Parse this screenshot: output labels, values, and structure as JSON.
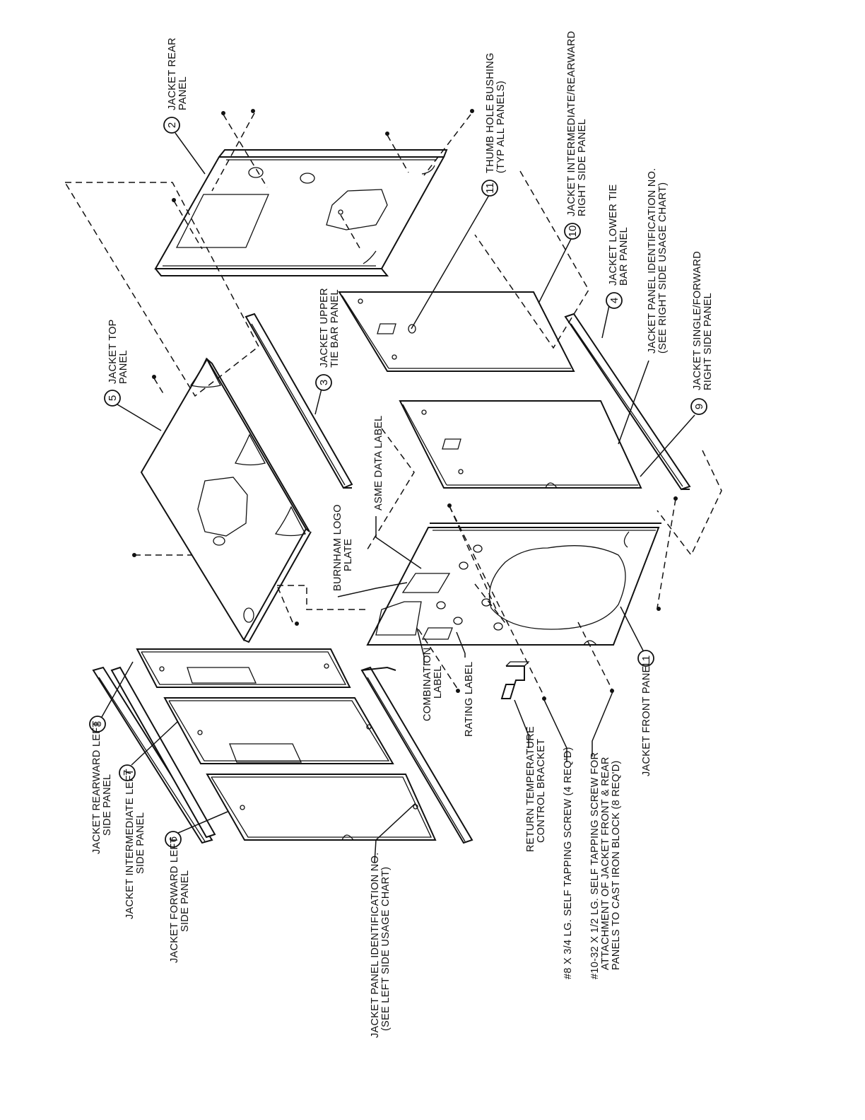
{
  "callouts": [
    {
      "number": "1",
      "label_lines": [
        "JACKET FRONT PANEL"
      ]
    },
    {
      "number": "2",
      "label_lines": [
        "JACKET REAR",
        "PANEL"
      ]
    },
    {
      "number": "3",
      "label_lines": [
        "JACKET UPPER",
        "TIE BAR PANEL"
      ]
    },
    {
      "number": "4",
      "label_lines": [
        "JACKET LOWER TIE",
        "BAR PANEL"
      ]
    },
    {
      "number": "5",
      "label_lines": [
        "JACKET TOP",
        "PANEL"
      ]
    },
    {
      "number": "6",
      "label_lines": [
        "JACKET FORWARD LEFT",
        "SIDE PANEL"
      ]
    },
    {
      "number": "7",
      "label_lines": [
        "JACKET INTERMEDIATE LEFT",
        "SIDE PANEL"
      ]
    },
    {
      "number": "8",
      "label_lines": [
        "JACKET REARWARD LEFT",
        "SIDE PANEL"
      ]
    },
    {
      "number": "9",
      "label_lines": [
        "JACKET SINGLE/FORWARD",
        "RIGHT SIDE PANEL"
      ]
    },
    {
      "number": "10",
      "label_lines": [
        "JACKET INTERMEDIATE/REARWARD",
        "RIGHT SIDE PANEL"
      ]
    },
    {
      "number": "11",
      "label_lines": [
        "THUMB HOLE BUSHING",
        "(TYP ALL PANELS)"
      ]
    }
  ],
  "notes": {
    "asme": [
      "ASME DATA LABEL"
    ],
    "logo": [
      "BURNHAM LOGO",
      "PLATE"
    ],
    "combination": [
      "COMBINATION",
      "LABEL"
    ],
    "rating": [
      "RATING LABEL"
    ],
    "bracket": [
      "RETURN TEMPERATURE",
      "CONTROL BRACKET"
    ],
    "screw8": [
      "#8 X 3/4 LG. SELF TAPPING SCREW (4 REQ'D)"
    ],
    "screw10": [
      "#10-32 X 1/2 LG. SELF TAPPING SCREW FOR",
      "ATTACHMENT OF JACKET FRONT & REAR",
      "PANELS TO CAST IRON BLOCK  (8 REQ'D)"
    ],
    "id_right": [
      "JACKET PANEL IDENTIFICATION NO.",
      "(SEE RIGHT SIDE USAGE CHART)"
    ],
    "id_left": [
      "JACKET PANEL IDENTIFICATION NO.",
      "(SEE LEFT SIDE USAGE CHART)"
    ]
  }
}
